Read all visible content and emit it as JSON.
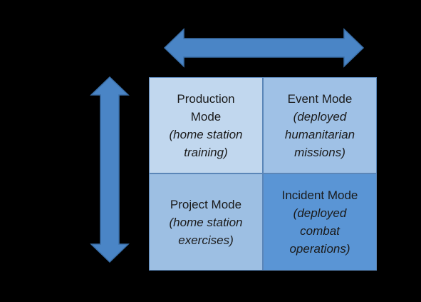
{
  "matrix": {
    "production": {
      "title_lines": [
        "Production",
        "Mode"
      ],
      "desc_lines": [
        "(home station",
        "training)"
      ]
    },
    "event": {
      "title_lines": [
        "Event Mode"
      ],
      "desc_lines": [
        "(deployed",
        "humanitarian",
        "missions)"
      ]
    },
    "project": {
      "title_lines": [
        "Project Mode"
      ],
      "desc_lines": [
        "(home station",
        "exercises)"
      ]
    },
    "incident": {
      "title_lines": [
        "Incident Mode"
      ],
      "desc_lines": [
        "(deployed",
        "combat",
        "operations)"
      ]
    }
  },
  "colors": {
    "background": "#000000",
    "arrow_fill": "#4a85c6",
    "arrow_stroke": "#3a6fa8",
    "production": "#c1d7ee",
    "event": "#9fc1e6",
    "project": "#9dbfe3",
    "incident": "#5a95d5"
  }
}
